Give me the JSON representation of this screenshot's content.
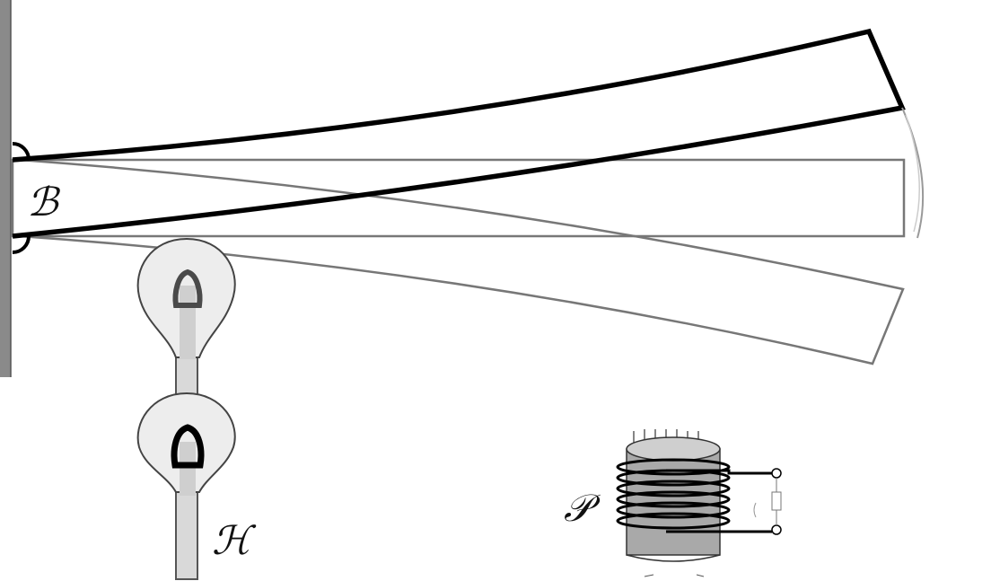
{
  "labels": {
    "beam": "ℬ",
    "holder": "ℋ",
    "coil": "𝒫"
  },
  "colors": {
    "stroke_dark": "#000000",
    "stroke_gray": "#777777",
    "wall_gray": "#888888",
    "rod_light": "#d9d9d9",
    "rod_mid": "#bdbdbd",
    "coil_body": "#a9a9a9",
    "coil_top": "#cfcfcf"
  },
  "icons": {
    "resistor": "resistor-icon",
    "terminal": "terminal-icon"
  }
}
